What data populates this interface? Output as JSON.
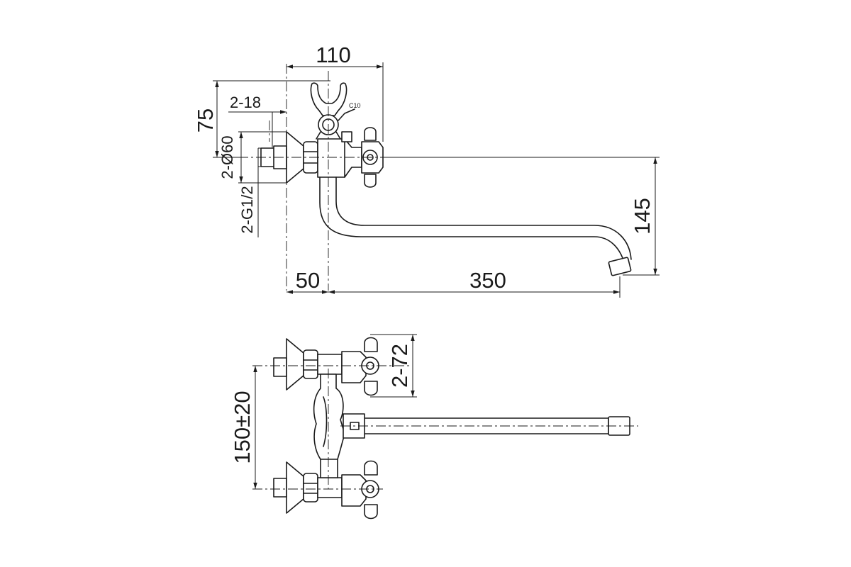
{
  "dimensions": {
    "d110": "110",
    "d2_18": "2-18",
    "d75": "75",
    "d2_phi60": "2-Ø60",
    "d2_g12": "2-G1/2",
    "d145": "145",
    "d50": "50",
    "d350": "350",
    "d2_72": "2-72",
    "d150": "150±20",
    "c10": "C10"
  }
}
